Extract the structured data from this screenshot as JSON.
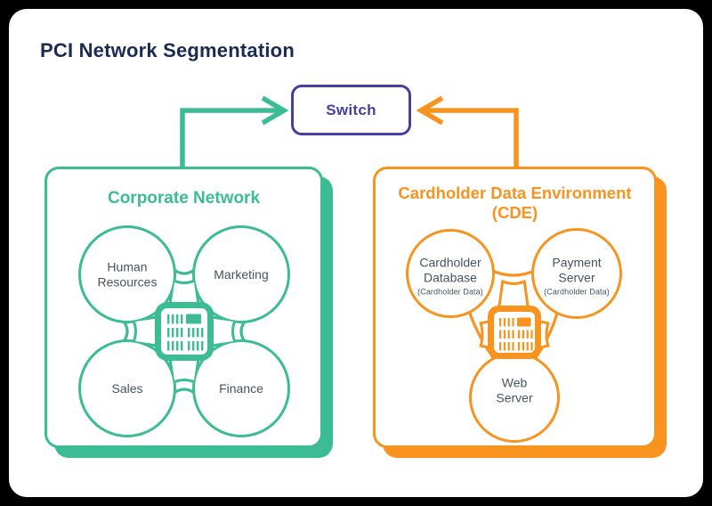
{
  "title": "PCI Network Segmentation",
  "colors": {
    "corporate_green": "#3cbc92",
    "cde_orange": "#f7931e",
    "switch_purple": "#463fa0",
    "title_navy": "#1c2b52",
    "node_text": "#45535e",
    "frame": "#000000",
    "card": "#ffffff"
  },
  "switch_box": {
    "label": "Switch"
  },
  "corporate": {
    "title": "Corporate Network",
    "nodes": [
      {
        "id": "human-resources",
        "lines": [
          "Human",
          "Resources"
        ]
      },
      {
        "id": "marketing",
        "lines": [
          "Marketing"
        ]
      },
      {
        "id": "sales",
        "lines": [
          "Sales"
        ]
      },
      {
        "id": "finance",
        "lines": [
          "Finance"
        ]
      }
    ]
  },
  "cde": {
    "title_line1": "Cardholder Data Environment",
    "title_line2": "(CDE)",
    "nodes": [
      {
        "id": "cardholder-database",
        "lines": [
          "Cardholder",
          "Database"
        ],
        "sub": "(Cardholder Data)"
      },
      {
        "id": "payment-server",
        "lines": [
          "Payment",
          "Server"
        ],
        "sub": "(Cardholder Data)"
      },
      {
        "id": "web-server",
        "lines": [
          "Web",
          "Server"
        ]
      }
    ]
  }
}
